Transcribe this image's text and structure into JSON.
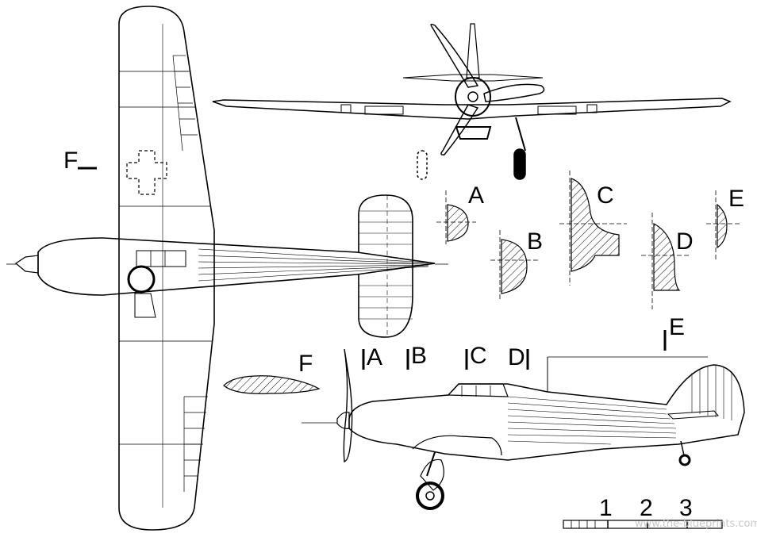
{
  "section_labels": {
    "A": "A",
    "B": "B",
    "C": "C",
    "D": "D",
    "E": "E",
    "F": "F"
  },
  "scale_bar": {
    "labels": [
      "1",
      "2",
      "3"
    ]
  },
  "watermark": "www.the-blueprints.com",
  "colors": {
    "ink": "#000000",
    "paper": "#ffffff"
  }
}
